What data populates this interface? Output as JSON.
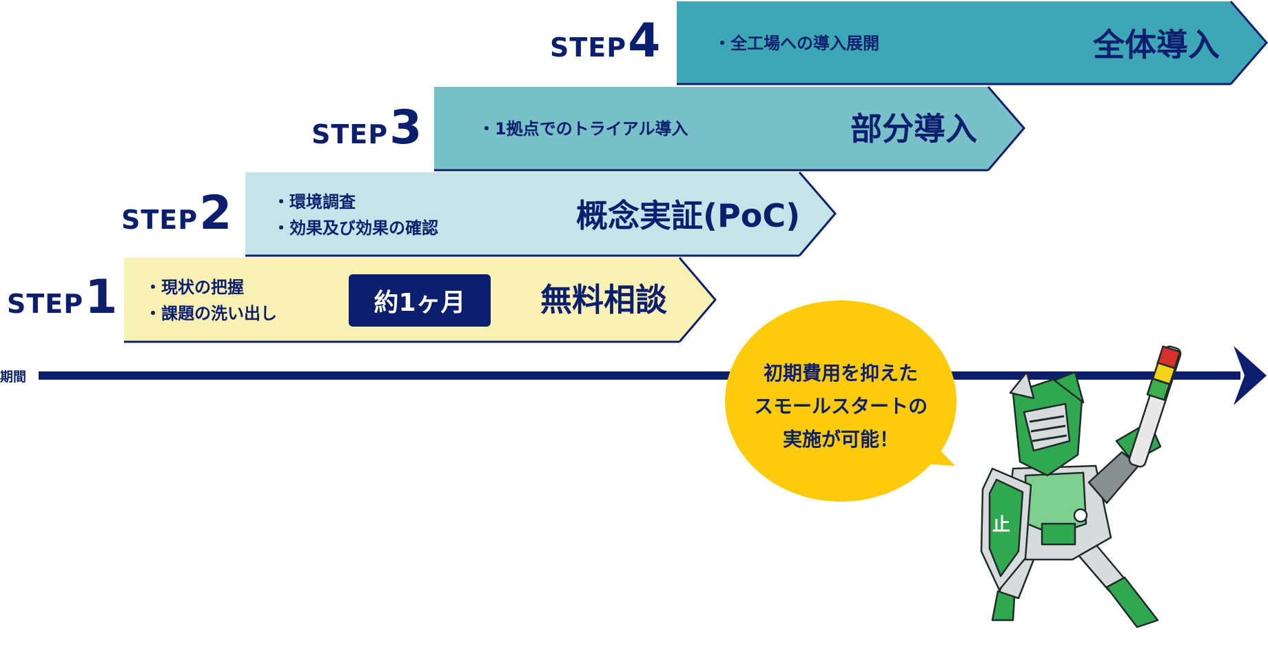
{
  "axis": {
    "label": "期間"
  },
  "steps": [
    {
      "word": "STEP",
      "num": "1",
      "bullets": [
        "現状の把握",
        "課題の洗い出し"
      ],
      "badge": "約1ヶ月",
      "title": "無料相談",
      "color": "#f9f0b3"
    },
    {
      "word": "STEP",
      "num": "2",
      "bullets": [
        "環境調査",
        "効果及び効果の確認"
      ],
      "title": "概念実証(PoC)",
      "color": "#c5e4ea"
    },
    {
      "word": "STEP",
      "num": "3",
      "bullets": [
        "1拠点でのトライアル導入"
      ],
      "title": "部分導入",
      "color": "#79c1c8"
    },
    {
      "word": "STEP",
      "num": "4",
      "bullets": [
        "全工場への導入展開"
      ],
      "title": "全体導入",
      "color": "#3ea7b5"
    }
  ],
  "bubble": {
    "lines": [
      "初期費用を抑えた",
      "スモールスタートの",
      "実施が可能！"
    ],
    "color": "#fecb0c"
  },
  "mascot": {
    "icon": "green-knight-mascot-icon",
    "shield_text": "止"
  },
  "colors": {
    "navy": "#0c1f6e"
  }
}
